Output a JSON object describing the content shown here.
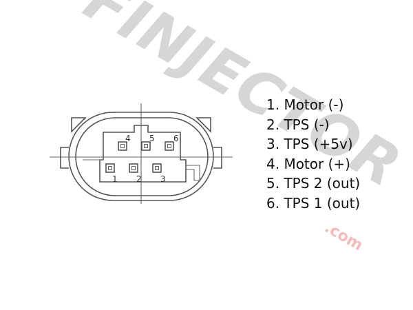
{
  "watermark": {
    "brand": "FINJECTOR",
    "suffix": ".com"
  },
  "connector": {
    "pin_numbers_top": [
      "4",
      "5",
      "6"
    ],
    "pin_numbers_bottom": [
      "1",
      "2",
      "3"
    ]
  },
  "legend": [
    "1. Motor (-)",
    "2. TPS (-)",
    "3. TPS (+5v)",
    "4. Motor (+)",
    "5. TPS 2 (out)",
    "6. TPS 1 (out)"
  ]
}
